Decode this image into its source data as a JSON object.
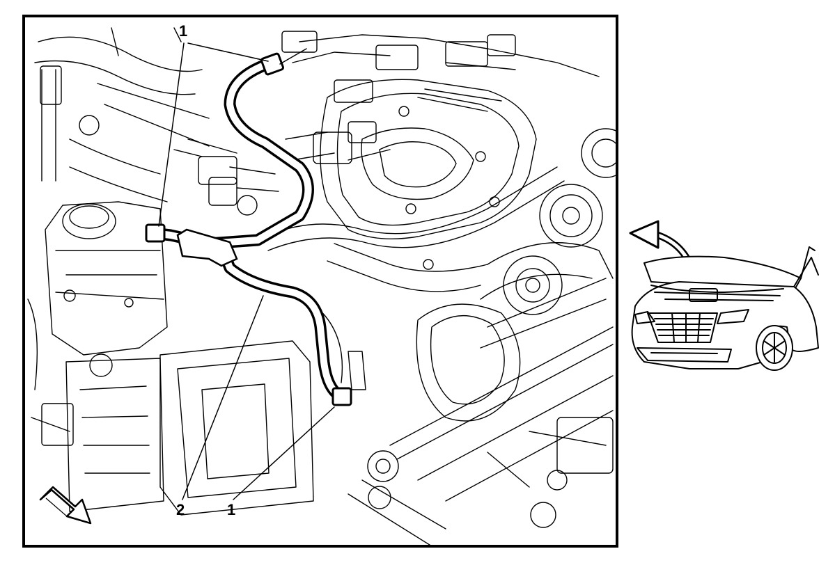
{
  "figure": {
    "callouts": {
      "c1_top": "1",
      "c2": "2",
      "c1_bottom": "1"
    }
  }
}
